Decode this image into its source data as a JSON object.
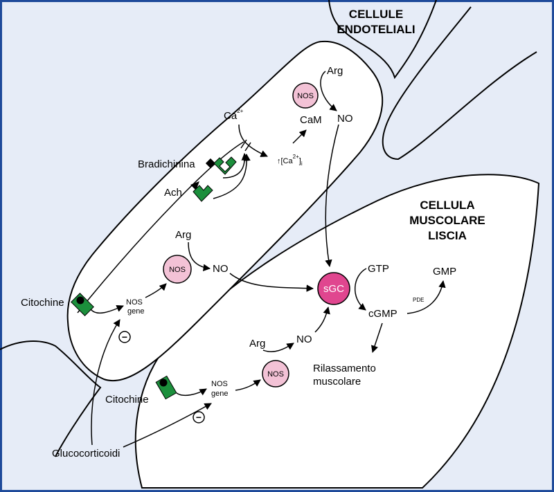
{
  "titles": {
    "endothelial_line1": "CELLULE",
    "endothelial_line2": "ENDOTELIALI",
    "muscle_line1": "CELLULA",
    "muscle_line2": "MUSCOLARE",
    "muscle_line3": "LISCIA"
  },
  "endothelial": {
    "arg_top": "Arg",
    "nos_top": "NOS",
    "no_top": "NO",
    "cam": "CaM",
    "ca_base": "Ca",
    "ca_sup": "2+",
    "ca_i_arrow": "↑",
    "ca_i_base": "[Ca",
    "ca_i_sup": "2+",
    "ca_i_close": "]",
    "ca_i_sub": "i",
    "bradychinin": "Bradichinina",
    "ach": "Ach",
    "arg_mid": "Arg",
    "nos_mid": "NOS",
    "no_mid": "NO",
    "cytokines": "Citochine",
    "nos_gene_1": "NOS",
    "nos_gene_2": "gene",
    "minus": "−"
  },
  "muscle": {
    "sgc": "sGC",
    "gtp": "GTP",
    "gmp": "GMP",
    "pde": "PDE",
    "cgmp": "cGMP",
    "relax_1": "Rilassamento",
    "relax_2": "muscolare",
    "arg": "Arg",
    "no": "NO",
    "nos": "NOS",
    "cytokines": "Citochine",
    "nos_gene_1": "NOS",
    "nos_gene_2": "gene",
    "minus": "−"
  },
  "glucocorticoids": "Glucocorticoidi",
  "colors": {
    "background": "#e6ecf7",
    "frame": "#1e4a9a",
    "cell_fill": "#ffffff",
    "nos_fill": "#f3c2d6",
    "sgc_fill": "#e0468f",
    "receptor_green": "#1c8f3c"
  }
}
